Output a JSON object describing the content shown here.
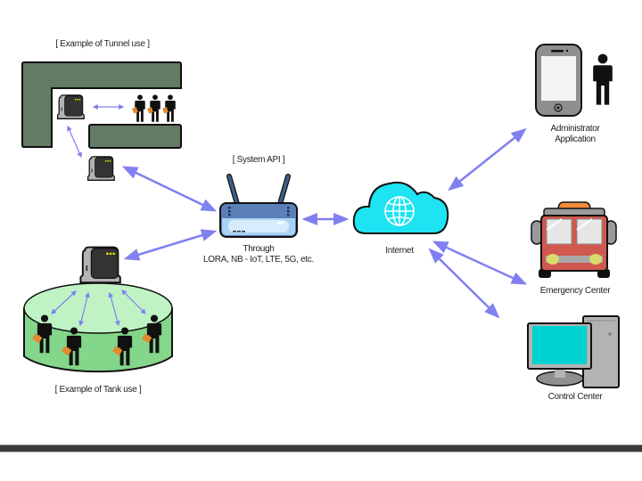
{
  "diagram": {
    "tunnel_example": {
      "label": "[ Example of Tunnel use ]",
      "workers": 3
    },
    "tank_example": {
      "label": "[ Example of Tank use ]",
      "workers": 4
    },
    "gateway": {
      "title": "[ System API ]",
      "caption_line1": "Through",
      "caption_line2": "LORA, NB - IoT, LTE, 5G, etc."
    },
    "internet": {
      "label": "Internet"
    },
    "endpoints": [
      {
        "id": "admin",
        "label_line1": "Administrator",
        "label_line2": "Application",
        "icon": "smartphone-icon"
      },
      {
        "id": "emergency",
        "label_line1": "Emergency Center",
        "icon": "fire-truck-icon"
      },
      {
        "id": "control",
        "label_line1": "Control Center",
        "icon": "desktop-computer-icon"
      }
    ],
    "colors": {
      "arrow": "#8080f0",
      "tunnel": "#637a63",
      "tank_top": "#bff3c4",
      "tank_body": "#84d68a",
      "cloud": "#1ee3f2",
      "router_top": "#5b7fb8",
      "router_bottom": "#a9d2f5",
      "truck": "#d0584f",
      "monitor_screen": "#00d2d2",
      "rule": "#3a3a3a"
    }
  }
}
